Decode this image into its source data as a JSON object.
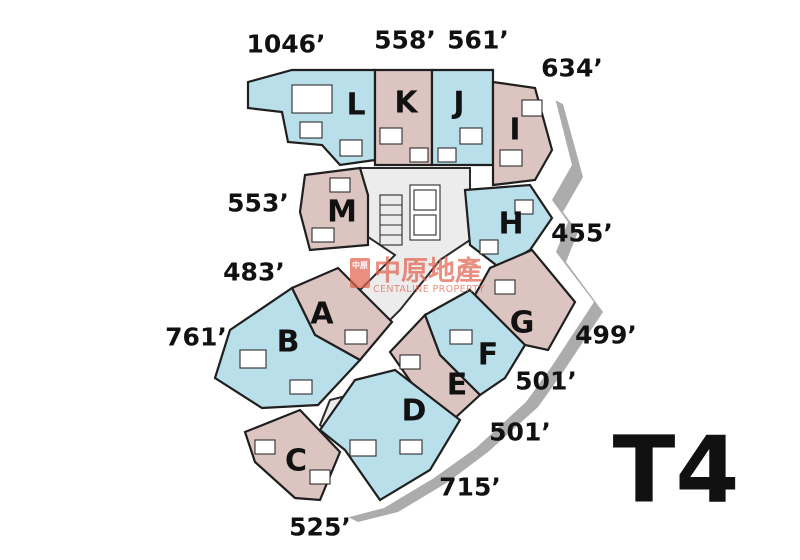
{
  "tower": "T4",
  "watermark": {
    "chinese": "中原地產",
    "english": "CENTALINE PROPERTY",
    "seal": "中原",
    "color": "#e2634f"
  },
  "colors": {
    "blue_unit": "#b9dfea",
    "pink_unit": "#dcc5c1",
    "shadow": "#9d9d9d"
  },
  "units": [
    {
      "letter": "L",
      "size": "1046’",
      "color": "blue"
    },
    {
      "letter": "K",
      "size": "558’",
      "color": "pink"
    },
    {
      "letter": "J",
      "size": "561’",
      "color": "blue"
    },
    {
      "letter": "I",
      "size": "634’",
      "color": "pink"
    },
    {
      "letter": "M",
      "size": "553’",
      "color": "pink"
    },
    {
      "letter": "H",
      "size": "455’",
      "color": "blue"
    },
    {
      "letter": "A",
      "size": "483’",
      "color": "pink"
    },
    {
      "letter": "B",
      "size": "761’",
      "color": "blue"
    },
    {
      "letter": "G",
      "size": "499’",
      "color": "pink"
    },
    {
      "letter": "F",
      "size": "501’",
      "color": "blue"
    },
    {
      "letter": "E",
      "size": "501’",
      "color": "pink"
    },
    {
      "letter": "D",
      "size": "715’",
      "color": "blue"
    },
    {
      "letter": "C",
      "size": "525’",
      "color": "pink"
    }
  ]
}
